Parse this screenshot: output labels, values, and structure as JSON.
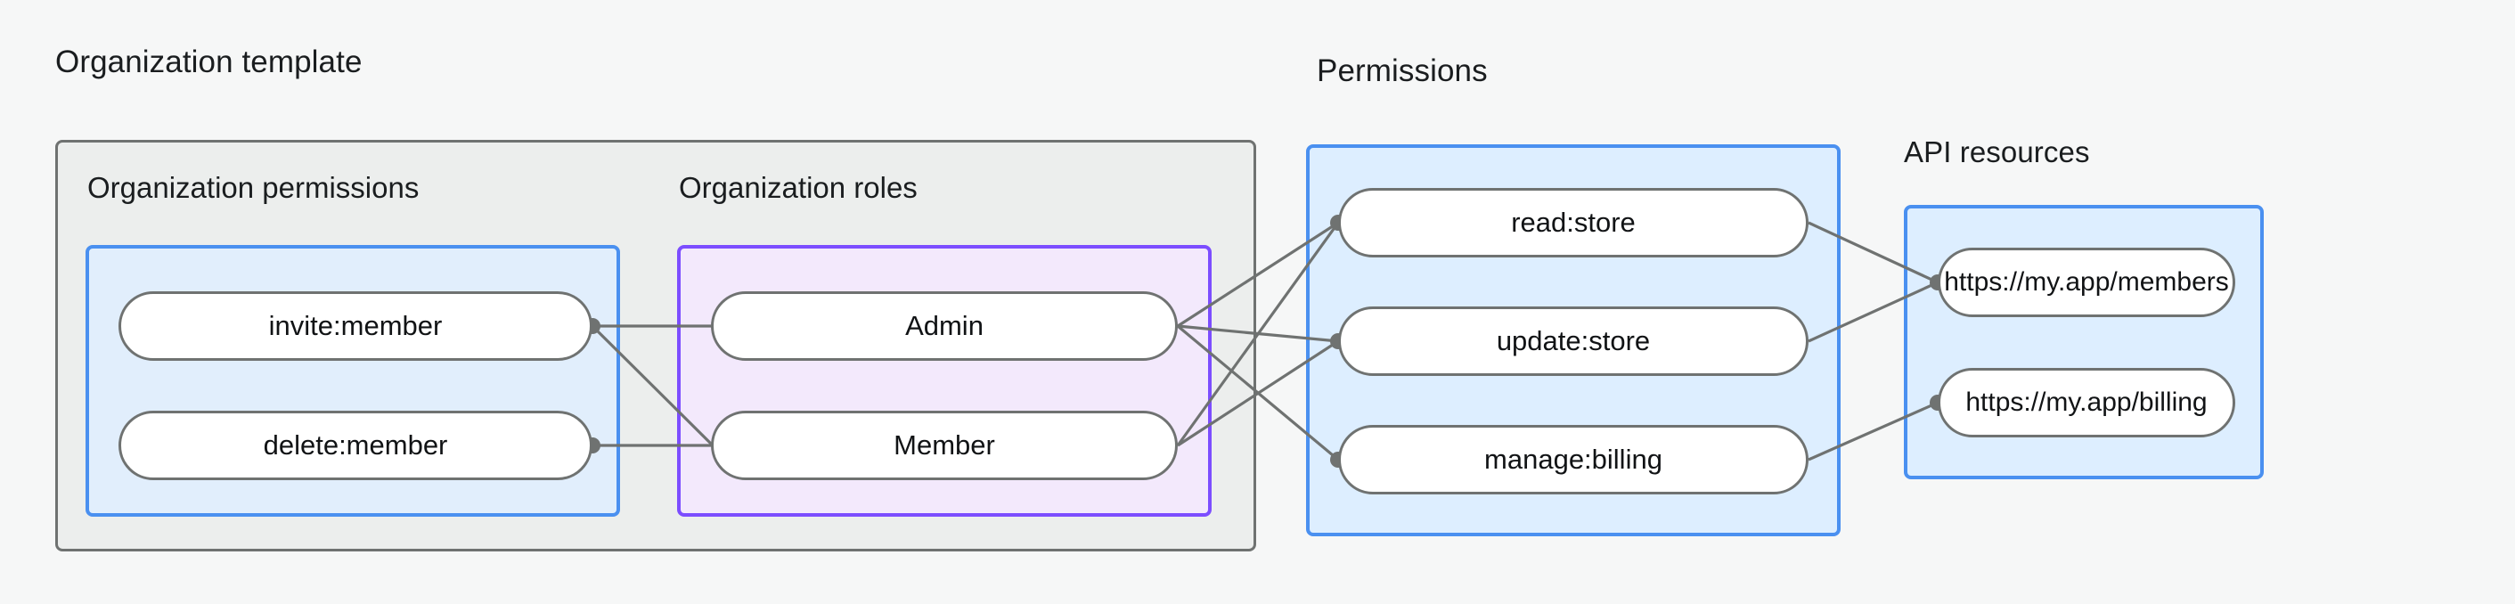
{
  "diagram": {
    "type": "relationship-diagram",
    "background_color": "#f6f7f7",
    "groups": [
      {
        "id": "org-template",
        "label": "Organization template",
        "fill": "#eceeed",
        "stroke": "#6f7271",
        "subgroups": [
          {
            "id": "org-permissions",
            "label": "Organization permissions",
            "fill": "#e1eefc",
            "stroke": "#4a90f0",
            "nodes": [
              "invite:member",
              "delete:member"
            ]
          },
          {
            "id": "org-roles",
            "label": "Organization roles",
            "fill": "#f3e9fc",
            "stroke": "#7c4dff",
            "nodes": [
              "Admin",
              "Member"
            ]
          }
        ]
      },
      {
        "id": "permissions",
        "label": "Permissions",
        "fill": "#ddeeff",
        "stroke": "#4a90f0",
        "nodes": [
          "read:store",
          "update:store",
          "manage:billing"
        ]
      },
      {
        "id": "api-resources",
        "label": "API resources",
        "fill": "#ddeeff",
        "stroke": "#4a90f0",
        "nodes": [
          "https://my.app/members",
          "https://my.app/billing"
        ]
      }
    ],
    "nodes": {
      "invite_member": "invite:member",
      "delete_member": "delete:member",
      "admin": "Admin",
      "member": "Member",
      "read_store": "read:store",
      "update_store": "update:store",
      "manage_billing": "manage:billing",
      "res_members": "https://my.app/members",
      "res_billing": "https://my.app/billing"
    },
    "edges": [
      {
        "from": "invite:member",
        "to": "Admin"
      },
      {
        "from": "invite:member",
        "to": "Member"
      },
      {
        "from": "delete:member",
        "to": "Member"
      },
      {
        "from": "Admin",
        "to": "read:store"
      },
      {
        "from": "Admin",
        "to": "update:store"
      },
      {
        "from": "Admin",
        "to": "manage:billing"
      },
      {
        "from": "Member",
        "to": "read:store"
      },
      {
        "from": "Member",
        "to": "update:store"
      },
      {
        "from": "read:store",
        "to": "https://my.app/members"
      },
      {
        "from": "update:store",
        "to": "https://my.app/members"
      },
      {
        "from": "manage:billing",
        "to": "https://my.app/billing"
      }
    ],
    "edge_color": "#6f7271",
    "node_fill": "#ffffff",
    "node_stroke": "#6f7271",
    "text_color": "#1a1d1f"
  }
}
